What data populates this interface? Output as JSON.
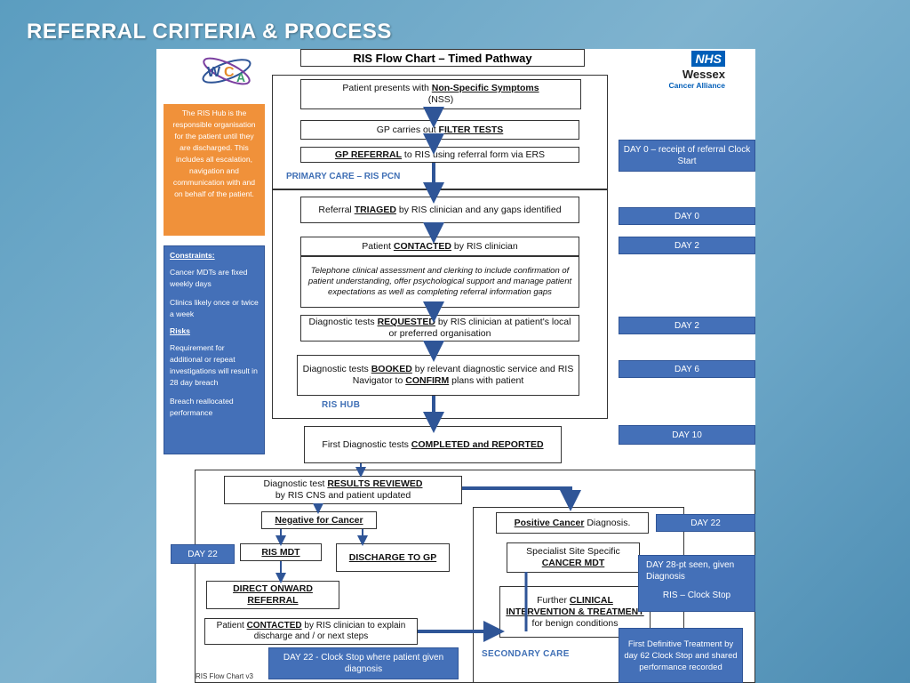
{
  "slide_title": "REFERRAL CRITERIA & PROCESS",
  "logo_wca": "WCA",
  "nhs": {
    "badge": "NHS",
    "name": "Wessex",
    "sub": "Cancer Alliance"
  },
  "chart_title": "RIS Flow Chart – Timed Pathway",
  "steps": {
    "s1a": "Patient presents with ",
    "s1k": "Non-Specific Symptoms",
    "s1b": "(NSS)",
    "s2a": "GP carries out ",
    "s2k": "FILTER TESTS",
    "s3k": "GP REFERRAL",
    "s3b": " to RIS using referral form via ERS",
    "s4a": "Referral ",
    "s4k": "TRIAGED",
    "s4b": " by RIS clinician and any gaps identified",
    "s5a": "Patient ",
    "s5k": "CONTACTED",
    "s5b": " by RIS clinician",
    "s6": "Telephone clinical assessment and clerking to include confirmation of patient understanding, offer psychological support and manage patient expectations as well as completing referral information gaps",
    "s7a": "Diagnostic tests ",
    "s7k": "REQUESTED",
    "s7b": " by RIS clinician at patient's local or preferred organisation",
    "s8a": "Diagnostic tests ",
    "s8k": "BOOKED",
    "s8b": " by relevant diagnostic service and RIS Navigator to ",
    "s8k2": "CONFIRM",
    "s8c": " plans with patient",
    "s9a": "First Diagnostic tests ",
    "s9k": "COMPLETED and REPORTED",
    "s10a": "Diagnostic test ",
    "s10k": "RESULTS REVIEWED",
    "s10b": "by RIS CNS and patient updated",
    "neg": "Negative for Cancer",
    "mdt": "RIS MDT",
    "discharge": "DISCHARGE TO GP",
    "direct": "DIRECT ONWARD REFERRAL",
    "contact_a": "Patient ",
    "contact_k": "CONTACTED",
    "contact_b": " by RIS clinician to explain discharge and / or next steps",
    "pos_k": "Positive Cancer",
    "pos_b": " Diagnosis.",
    "spec_a": "Specialist Site Specific",
    "spec_k": "CANCER MDT",
    "further_a": "Further ",
    "further_k": "CLINICAL INTERVENTION & TREATMENT",
    "further_b": " for benign conditions"
  },
  "labels": {
    "primary_care": "PRIMARY CARE – RIS PCN",
    "ris_hub": "RIS HUB",
    "secondary_care": "SECONDARY CARE",
    "footer": "RIS Flow Chart v3"
  },
  "orange_note": "The RIS Hub is the responsible organisation for the patient until they are discharged. This includes all escalation, navigation and communication with and on behalf of the patient.",
  "blue_note": {
    "constraints_h": "Constraints:",
    "c1": "Cancer MDTs are fixed weekly days",
    "c2": "Clinics likely once or twice a week",
    "risks_h": "Risks",
    "r1": "Requirement for additional or repeat investigations will result in 28 day breach",
    "r2": "Breach reallocated performance"
  },
  "days": {
    "d0a": "DAY 0 – receipt of referral Clock Start",
    "d0": "DAY 0",
    "d2a": "DAY 2",
    "d2b": "DAY 2",
    "d6": "DAY 6",
    "d10": "DAY 10",
    "d22r": "DAY 22",
    "d22l": "DAY 22",
    "d28": "DAY 28-pt seen, given Diagnosis",
    "clockstop": "RIS – Clock Stop",
    "d22c": "DAY 22 - Clock Stop where patient given diagnosis",
    "fdt": "First Definitive Treatment by day 62 Clock Stop and shared performance recorded"
  },
  "colors": {
    "day_box": "#4470b8",
    "orange": "#f0913a",
    "side_blue": "#4470b8",
    "arrow": "#2f5597",
    "label_blue": "#3f6fb5"
  }
}
